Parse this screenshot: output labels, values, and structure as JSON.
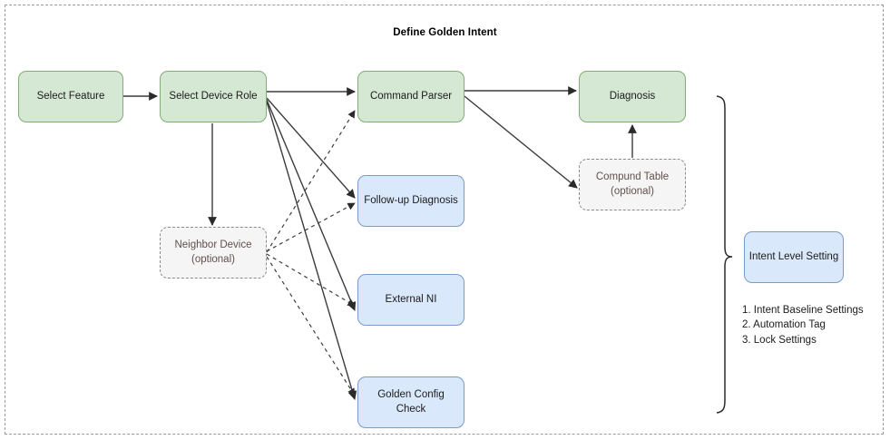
{
  "diagram": {
    "title": "Define Golden Intent",
    "colors": {
      "green_fill": "#d5e8d4",
      "green_stroke": "#84ab78",
      "blue_fill": "#dae8fc",
      "blue_stroke": "#7a9bce",
      "optional_fill": "#f5f5f5",
      "optional_stroke": "#8a8a8a",
      "edge": "#3c3c3c",
      "frame": "#9a9a9a"
    },
    "nodes": {
      "select_feature": "Select Feature",
      "select_device_role": "Select Device Role",
      "command_parser": "Command Parser",
      "diagnosis": "Diagnosis",
      "neighbor_device": "Neighbor Device\n(optional)",
      "compund_table": "Compund Table\n(optional)",
      "follow_up_diagnosis": "Follow-up Diagnosis",
      "external_ni": "External NI",
      "golden_config_check": "Golden Config Check",
      "intent_level_setting": "Intent Level Setting"
    },
    "intent_settings_list": "1. Intent Baseline Settings\n2. Automation Tag\n3. Lock Settings"
  }
}
